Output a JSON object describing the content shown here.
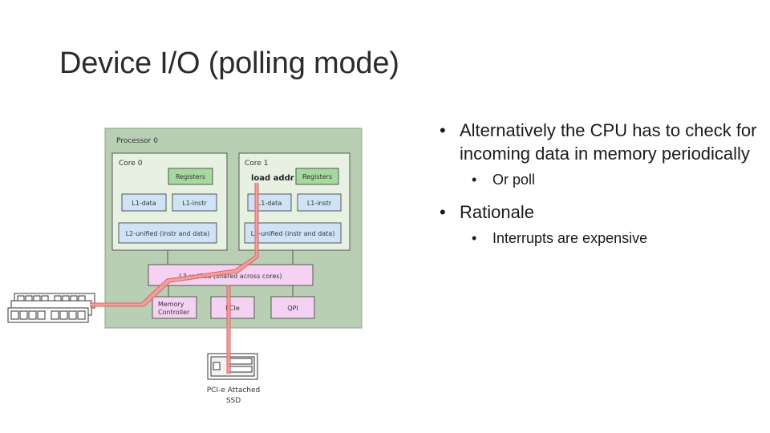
{
  "slide": {
    "title": "Device I/O (polling mode)",
    "bullets": [
      {
        "text": "Alternatively the CPU has to check for incoming data in memory periodically",
        "sub": [
          "Or poll"
        ]
      },
      {
        "text": "Rationale",
        "sub": [
          "Interrupts are expensive"
        ]
      }
    ]
  },
  "diagram": {
    "processor_label": "Processor 0",
    "core0": {
      "label": "Core 0",
      "registers": "Registers",
      "l1_data": "L1-data",
      "l1_instr": "L1-instr",
      "l2": "L2-unified (instr and data)"
    },
    "core1": {
      "label": "Core 1",
      "registers": "Registers",
      "load_label": "load addr",
      "l1_data": "L1-data",
      "l1_instr": "L1-instr",
      "l2": "L2-unified (instr and data)"
    },
    "l3": "L3-unified (shared across cores)",
    "memory_controller": [
      "Memory",
      "Controller"
    ],
    "pcie": "PCIe",
    "qpi": "QPI",
    "ssd_label": [
      "PCI-e Attached",
      "SSD"
    ],
    "colors": {
      "processor_bg": "#b9cfb3",
      "core_bg": "#e7f1e2",
      "l1_bg": "#cfe3f6",
      "l3_bg": "#f6d2f2",
      "path": "#f09a9a"
    }
  }
}
